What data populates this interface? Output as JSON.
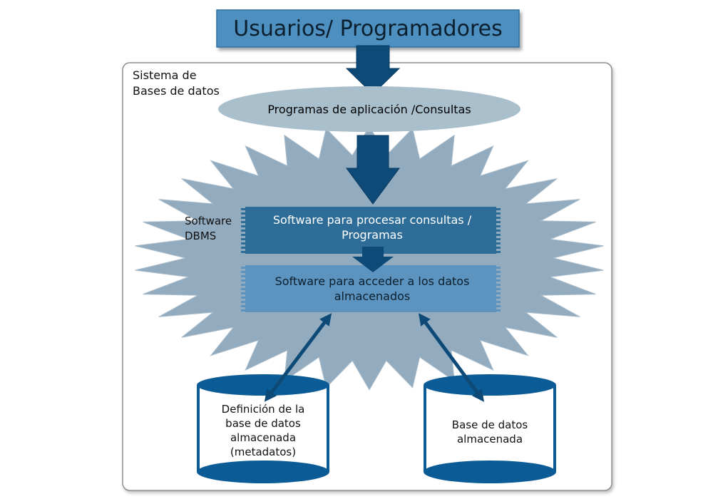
{
  "colors": {
    "dark_blue": "#0d4a78",
    "title_blue": "#4e8fbf",
    "burst_gray": "#93abbf",
    "ellipse_gray": "#a9bfcc",
    "band_dark": "#2e6d97",
    "band_light": "#5c94bf",
    "cylinder_blue": "#0b5c96"
  },
  "title": "Usuarios/ Programadores",
  "system_label": "Sistema de\nBases de datos",
  "app_programs": "Programas de aplicación /Consultas",
  "dbms_label": "Software\nDBMS",
  "query_software": "Software para procesar consultas /\nProgramas",
  "access_software": "Software para acceder a los datos\nalmacenados",
  "metadata_store": "Definición de la\nbase de datos\nalmacenada\n(metadatos)",
  "data_store": "Base de datos\nalmacenada"
}
